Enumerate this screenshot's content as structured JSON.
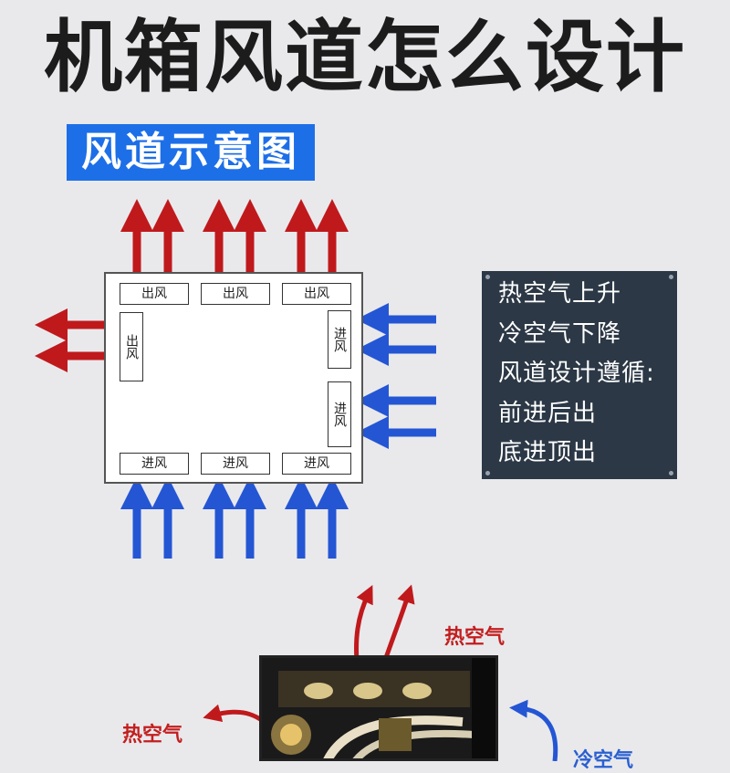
{
  "header": {
    "title": "机箱风道怎么设计"
  },
  "section": {
    "tag": "风道示意图"
  },
  "diagram": {
    "top_slots": [
      "出风",
      "出风",
      "出风"
    ],
    "left_slots": [
      "出风"
    ],
    "right_slots": [
      "进风",
      "进风"
    ],
    "bottom_slots": [
      "进风",
      "进风",
      "进风"
    ]
  },
  "info_panel": {
    "lines": [
      "热空气上升",
      "冷空气下降",
      "风道设计遵循:",
      "前进后出",
      "底进顶出"
    ]
  },
  "photo": {
    "hot_top_label": "热空气",
    "hot_left_label": "热空气",
    "cold_right_label": "冷空气"
  },
  "colors": {
    "hot_arrow": "#c0191c",
    "cold_arrow": "#2456d4",
    "tag_blue": "#1d6fe8",
    "panel_bg": "#2c3846"
  }
}
